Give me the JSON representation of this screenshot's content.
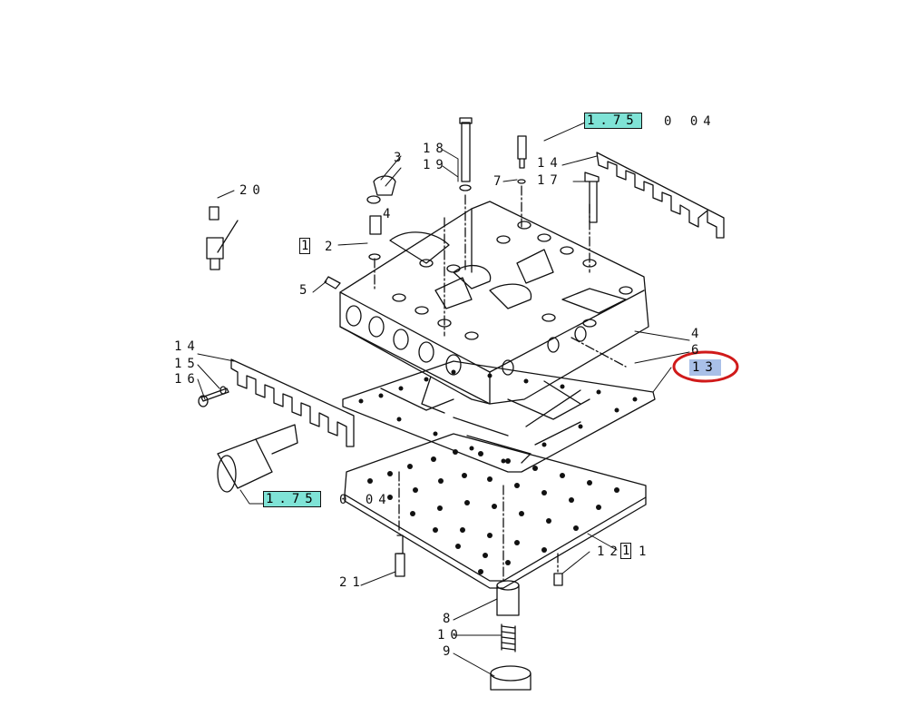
{
  "labels": {
    "l20": "20",
    "l18": "18",
    "l19": "19",
    "l3": "3",
    "l4a": "4",
    "l12a": "2",
    "l12a_box": "1",
    "l5": "5",
    "l7": "7",
    "l14a": "14",
    "l17": "17",
    "l4b": "4",
    "l6": "6",
    "l14b": "14",
    "l15": "15",
    "l16": "16",
    "l21": "21",
    "l12b": "12",
    "l11_box": "1",
    "l11": "1",
    "l8": "8",
    "l10": "10",
    "l9": "9"
  },
  "refs": {
    "top_ref": "1.75",
    "top_ref_suffix": "0 04",
    "left_ref": "1.75",
    "left_ref_suffix": "0 04",
    "highlight": "13"
  },
  "colors": {
    "ref_highlight": "#7fe3d6",
    "selected_highlight": "#a9c0e8",
    "circle": "#d01a1a"
  }
}
